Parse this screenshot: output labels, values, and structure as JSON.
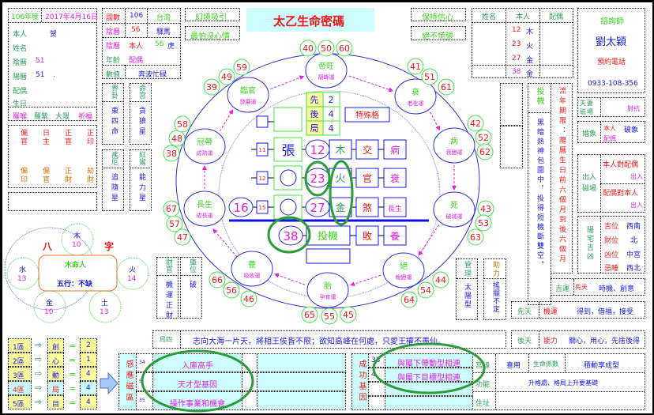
{
  "title": "太乙生命密碼",
  "left_top": {
    "year": "106年度",
    "date": "2017年4月16日",
    "rows": [
      {
        "label": "本人",
        "value": "贺"
      },
      {
        "label": "姓名",
        "value": ""
      },
      {
        "label": "陰曆",
        "value": "51"
      },
      {
        "label": "陽曆",
        "value": "51",
        "extra": "."
      },
      {
        "label": "配偶",
        "value": ""
      },
      {
        "label": "生日",
        "value": ""
      }
    ],
    "footer": [
      "羅喉",
      "羅紫",
      "大限",
      "祈福"
    ]
  },
  "ten_gods": {
    "top": [
      "偏官",
      "日主",
      "正官",
      "正印"
    ],
    "bottom": [
      "偏印",
      "偏官",
      "正財",
      "劫財"
    ]
  },
  "eight_chars": {
    "title_left": "八",
    "title_right": "字",
    "center_title": "木命人",
    "center_sub": "五行：不缺",
    "elements": [
      {
        "name": "木",
        "value": "10"
      },
      {
        "name": "水",
        "value": "13"
      },
      {
        "name": "火",
        "value": "14"
      },
      {
        "name": "金",
        "value": "10"
      },
      {
        "name": "土",
        "value": "13"
      }
    ]
  },
  "zones": [
    {
      "zone": "1區",
      "char": "創",
      "eq": "=",
      "val": "2"
    },
    {
      "zone": "2區",
      "char": "心",
      "eq": "=",
      "val": "1"
    },
    {
      "zone": "3區",
      "char": "動",
      "eq": "=",
      "val": "4"
    },
    {
      "zone": "4區",
      "char": "局",
      "eq": "=",
      "val": "4"
    },
    {
      "zone": "5區",
      "char": "目",
      "eq": "=",
      "val": "4"
    }
  ],
  "country": {
    "r1": [
      "國數",
      "106",
      "台灣"
    ],
    "r2": [
      "陰曆",
      "56",
      "驛馬"
    ],
    "r3": [
      "陰曆",
      "本人",
      "56",
      "虎"
    ],
    "r4": [
      "年齡",
      "配偶"
    ],
    "r5": [
      "數值",
      "奔波忙碌"
    ]
  },
  "stars": [
    {
      "head": "界卦",
      "body": "東四命"
    },
    {
      "head": "命宮",
      "body": "貪狼星"
    },
    {
      "head": "疾厄",
      "body": "追隨星"
    },
    {
      "head": "紅鸞",
      "body": "能力星"
    },
    {
      "head": "財官",
      "body": "機運正財"
    },
    {
      "head": "庫位",
      "body": "破"
    }
  ],
  "mottos": {
    "tl1": "幻境吸引",
    "tl2": "最怕沒心情",
    "tr1": "保持信心",
    "tr2": "絕不慌張"
  },
  "wheel": {
    "stages": [
      {
        "name": "帝旺",
        "sub": "巔峰運"
      },
      {
        "name": "衰",
        "sub": "老化運"
      },
      {
        "name": "病",
        "sub": "衰變運"
      },
      {
        "name": "死",
        "sub": "破滅運"
      },
      {
        "name": "絕",
        "sub": "蛻變運"
      },
      {
        "name": "胎",
        "sub": "孕育運"
      },
      {
        "name": "養",
        "sub": "吸收運"
      },
      {
        "name": "長生",
        "sub": "成長運"
      },
      {
        "name": "冠帶",
        "sub": "成熟運"
      },
      {
        "name": "臨官",
        "sub": "發展運"
      }
    ],
    "ages": [
      [
        "40",
        "50",
        "60"
      ],
      [
        "41",
        "51",
        "61"
      ],
      [
        "42",
        "52",
        "62"
      ],
      [
        "43",
        "53",
        "63"
      ],
      [
        "44",
        "54",
        "64"
      ],
      [
        "45",
        "55",
        "65"
      ],
      [
        "46",
        "56",
        "66"
      ],
      [
        "47",
        "57",
        "67"
      ],
      [
        "38",
        "48",
        "58"
      ],
      [
        "39",
        "49",
        "59"
      ]
    ],
    "grid": [
      [
        "先",
        "2"
      ],
      [
        "後",
        "4"
      ],
      [
        "局",
        "4"
      ]
    ],
    "special": "特殊格",
    "rows": [
      {
        "label": "11",
        "name": "張",
        "num": "12",
        "el": "木",
        "a": "交",
        "b": "病"
      },
      {
        "label": "12",
        "name": "",
        "num": "23",
        "el": "火",
        "a": "官",
        "b": "衰"
      },
      {
        "label": "15",
        "name": "",
        "num": "27",
        "el": "金",
        "a": "煞",
        "b": "長生",
        "side": "16"
      }
    ],
    "bottom": {
      "num": "38",
      "name": "投機",
      "a": "敗",
      "b": "養"
    }
  },
  "right_table": {
    "headers": [
      "姓名",
      "本人",
      "配偶"
    ],
    "rows": [
      [
        "12",
        "木"
      ],
      [
        "23",
        "火"
      ],
      [
        "27",
        "金"
      ]
    ],
    "last": [
      "38",
      "金"
    ]
  },
  "consultant": {
    "title": "諮詢師",
    "name": "劉太穎",
    "booking": "預約電話",
    "phone": "0933-108-356"
  },
  "right_panels": {
    "touji": "投機",
    "touji_desc": "黑暗熱神包圍中，投得短機斷雙空。",
    "liunian": "流年期限：陽曆生日前六個月到後六個月",
    "couple": {
      "label": "夫妻磁場",
      "value": "對抗"
    },
    "marriage": {
      "label": "婚象",
      "self": "本人",
      "value": "破象",
      "spouse": "配偶"
    },
    "inout": {
      "label": "出入磁場",
      "a": "本人對配偶",
      "a_val": "出入",
      "b": "配偶對本人",
      "b_val": "出入"
    },
    "house": {
      "label": "陽宅吉凶",
      "rows": [
        [
          "吉位",
          "西南"
        ],
        [
          "財位",
          "北"
        ],
        [
          "凶位",
          "中宮"
        ],
        [
          "忌睡",
          "西北"
        ]
      ]
    },
    "manage": {
      "head": "管理",
      "body": "太陽型"
    },
    "help": {
      "head": "助力",
      "body": "搖擺不定"
    },
    "luck": {
      "label": "吉運",
      "k": "先天",
      "v": "時機、創意"
    },
    "innate": {
      "label": "先天",
      "k": "機運",
      "v": "得到，借福，接受"
    },
    "acquired": {
      "label": "後天",
      "k": "能力",
      "v": "關心，用心，先捨後得"
    }
  },
  "bureau": {
    "label": "局四",
    "text": "志向大海一片天，將相王侯皆不限；欲知高峰在何處，只愛王權不羨仙。"
  },
  "resonance": {
    "label": "感應磁區",
    "nums": [
      "34",
      "5",
      "35"
    ],
    "items": [
      "入庫高手",
      "天才型基因",
      "操作事業和機會"
    ]
  },
  "success": {
    "label": "成功基因",
    "nums": [
      "33",
      "4"
    ],
    "items": [
      "與屬下帶動型相連",
      "與屬下目標型相連"
    ]
  },
  "palace": {
    "r1": [
      "宮緣",
      "喜用",
      "生命係數",
      "積動享成型"
    ],
    "r2": [
      "功能",
      "升格處、格局上升要基礎"
    ],
    "r3": [
      "住址",
      ""
    ]
  }
}
